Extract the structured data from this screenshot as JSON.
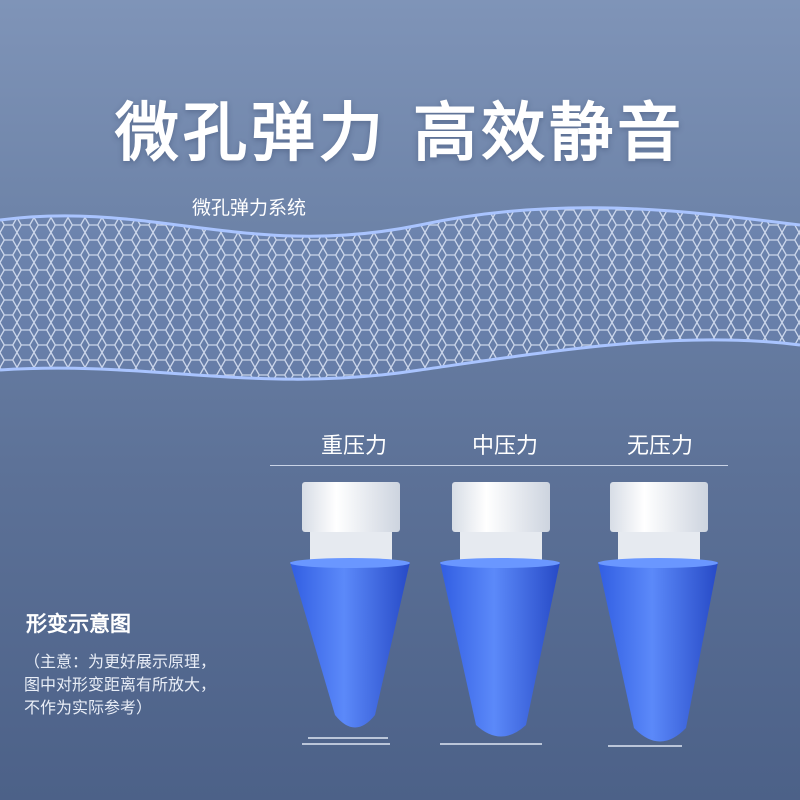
{
  "headline": "微孔弹力 高效静音",
  "band_label": "微孔弹力系统",
  "tips": [
    {
      "label": "重压力"
    },
    {
      "label": "中压力"
    },
    {
      "label": "无压力"
    }
  ],
  "side": {
    "title": "形变示意图",
    "note_lines": [
      "（主意：为更好展示原理，",
      "图中对形变距离有所放大，",
      "不作为实际参考）"
    ]
  },
  "colors": {
    "tip_blue": "#3f6ef0",
    "band_outline": "#a9c4ff"
  }
}
